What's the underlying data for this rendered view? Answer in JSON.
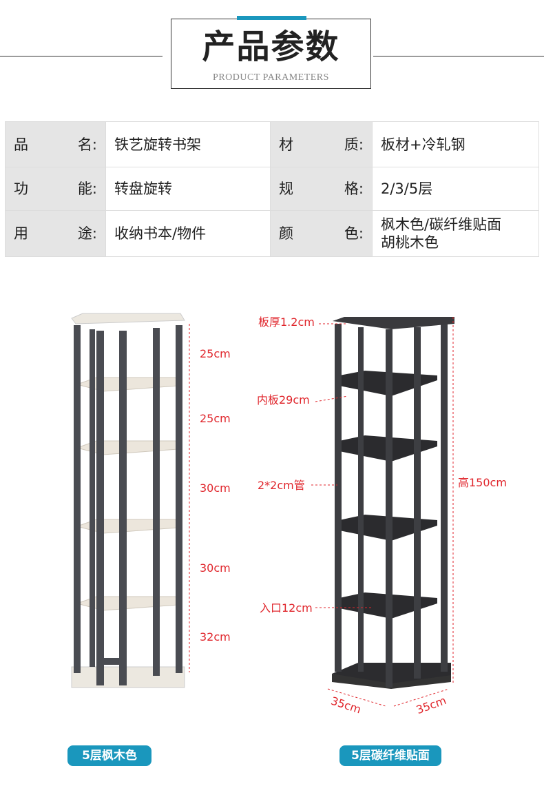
{
  "header": {
    "title_cn": "产品参数",
    "title_en": "PRODUCT PARAMETERS"
  },
  "params": [
    [
      {
        "label_a": "品",
        "label_b": "名:",
        "value": "铁艺旋转书架"
      },
      {
        "label_a": "材",
        "label_b": "质:",
        "value": "板材+冷轧钢"
      }
    ],
    [
      {
        "label_a": "功",
        "label_b": "能:",
        "value": "转盘旋转"
      },
      {
        "label_a": "规",
        "label_b": "格:",
        "value": "2/3/5层"
      }
    ],
    [
      {
        "label_a": "用",
        "label_b": "途:",
        "value": "收纳书本/物件"
      },
      {
        "label_a": "颜",
        "label_b": "色:",
        "value": "枫木色/碳纤维贴面",
        "value2": "胡桃木色"
      }
    ]
  ],
  "left_product": {
    "heights": [
      "25cm",
      "25cm",
      "30cm",
      "30cm",
      "32cm"
    ],
    "badge": "5层枫木色"
  },
  "right_product": {
    "thickness": "板厚1.2cm",
    "inner": "内板29cm",
    "tube": "2*2cm管",
    "entry": "入口12cm",
    "height": "高150cm",
    "width1": "35cm",
    "width2": "35cm",
    "badge": "5层碳纤维贴面"
  },
  "colors": {
    "accent": "#1a97bd",
    "dimension": "#e0262c"
  }
}
